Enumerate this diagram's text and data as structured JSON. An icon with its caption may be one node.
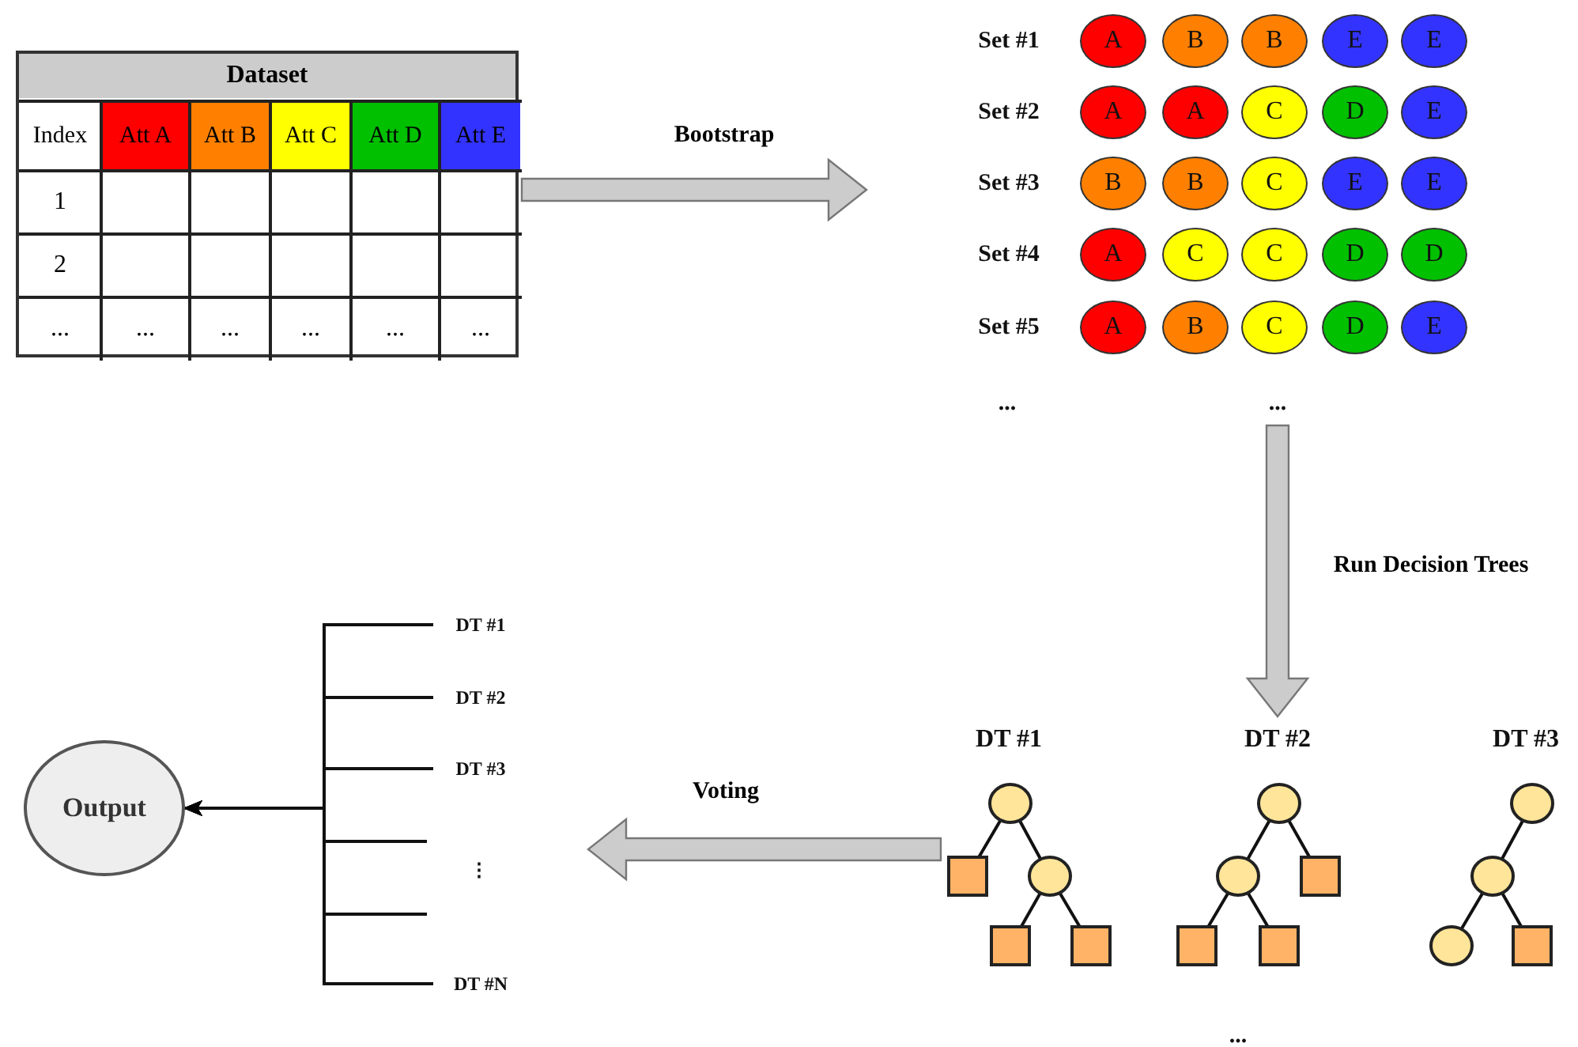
{
  "diagram": {
    "nodes": [
      {
        "text": [
          "Dataset",
          "Index",
          "Att A",
          "Att B",
          "Att C",
          "Att D",
          "Att E",
          "1",
          "2",
          "...",
          "...",
          "...",
          "...",
          "...",
          "..."
        ]
      },
      {
        "text": [
          "A"
        ]
      },
      {
        "text": [
          "B"
        ]
      },
      {
        "text": [
          "B"
        ]
      },
      {
        "text": [
          "E"
        ]
      },
      {
        "text": [
          "E"
        ]
      },
      {
        "text": [
          "A"
        ]
      },
      {
        "text": [
          "A"
        ]
      },
      {
        "text": [
          "C"
        ]
      },
      {
        "text": [
          "D"
        ]
      },
      {
        "text": [
          "E"
        ]
      },
      {
        "text": [
          "B"
        ]
      },
      {
        "text": [
          "B"
        ]
      },
      {
        "text": [
          "C"
        ]
      },
      {
        "text": [
          "E"
        ]
      },
      {
        "text": [
          "E"
        ]
      },
      {
        "text": [
          "A"
        ]
      },
      {
        "text": [
          "C"
        ]
      },
      {
        "text": [
          "C"
        ]
      },
      {
        "text": [
          "D"
        ]
      },
      {
        "text": [
          "D"
        ]
      },
      {
        "text": [
          "A"
        ]
      },
      {
        "text": [
          "B"
        ]
      },
      {
        "text": [
          "C"
        ]
      },
      {
        "text": [
          "D"
        ]
      },
      {
        "text": [
          "E"
        ]
      },
      {
        "text": [
          "..."
        ]
      },
      {
        "text": [
          "DT #1"
        ]
      },
      {
        "text": [
          "DT #2"
        ]
      },
      {
        "text": [
          "DT #3"
        ]
      },
      {
        "text": [],
        "shape": "picture"
      },
      {
        "text": [],
        "shape": "picture"
      },
      {
        "text": [],
        "shape": "picture"
      },
      {
        "text": [
          "Output"
        ]
      },
      {
        "text": [
          "DT #1"
        ]
      },
      {
        "text": [
          "DT #2"
        ]
      },
      {
        "text": [
          "DT #3"
        ]
      },
      {
        "text": [
          "DT #N"
        ]
      }
    ],
    "edges": [
      {
        "from": 0,
        "to": null,
        "arrow": "to",
        "label": "Bootstrap",
        "style": "thick",
        "color": "#cccccc"
      },
      {
        "from": 26,
        "to": 28,
        "arrow": "to",
        "label": "Run Decision Trees",
        "style": "thick",
        "color": "#cccccc"
      },
      {
        "from": 30,
        "to": null,
        "arrow": "to",
        "label": "Voting",
        "style": "thick",
        "color": "#cccccc"
      },
      {
        "from": 34,
        "to": 33,
        "arrow": "to"
      },
      {
        "from": 35,
        "to": 33,
        "arrow": "to"
      },
      {
        "from": 36,
        "to": 33,
        "arrow": "to"
      },
      {
        "from": null,
        "to": 33,
        "arrow": "to"
      },
      {
        "from": null,
        "to": 33,
        "arrow": "to"
      },
      {
        "from": 37,
        "to": 33,
        "arrow": "to"
      }
    ],
    "labels": [
      "Set #1",
      "Set #2",
      "Set #3",
      "Set #4",
      "Set #5",
      "...",
      "...",
      "⋮"
    ]
  }
}
